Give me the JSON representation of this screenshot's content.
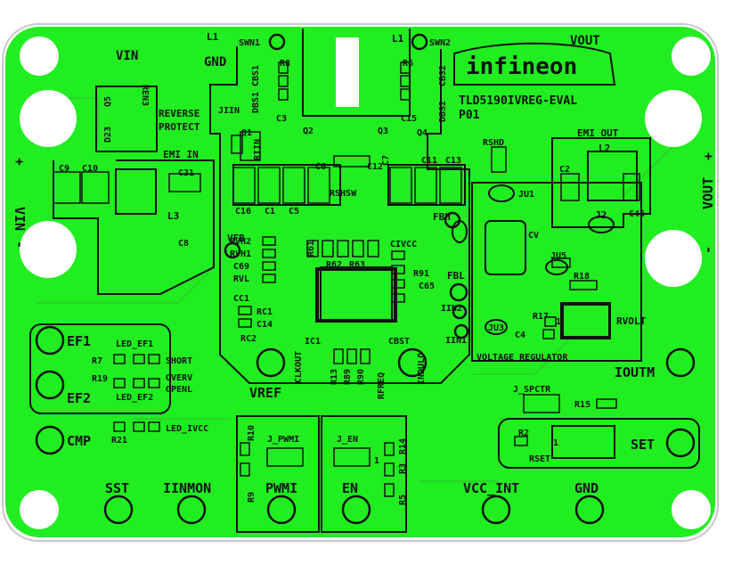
{
  "colors": {
    "board": "#20ee20",
    "silk": "#111111",
    "hole": "#ffffff",
    "trace": "#2ad42a",
    "outline": "#c8c8c8"
  },
  "logo": {
    "brand": "infineon",
    "board_name": "TLD5190IVREG-EVAL",
    "revision": "P01"
  },
  "corner_labels": {
    "vin_top": "VIN",
    "gnd_top": "GND",
    "vout_top": "VOUT",
    "vin_side": "VIN",
    "vout_side": "VOUT",
    "plus": "+",
    "minus": "-"
  },
  "sections": {
    "emi_in": "EMI IN",
    "emi_out": "EMI OUT",
    "voltage_regulator": "VOLTAGE REGULATOR",
    "reverse": "REVERSE",
    "protect": "PROTECT"
  },
  "testpoints": {
    "ef1": "EF1",
    "ef2": "EF2",
    "cmp": "CMP",
    "sst": "SST",
    "iinmon": "IINMON",
    "pwmi": "PWMI",
    "en": "EN",
    "vcc_int": "VCC_INT",
    "gnd": "GND",
    "vref": "VREF",
    "ioutm": "IOUTM",
    "set": "SET",
    "vfb": "VFB",
    "fbh": "FBH",
    "fbl": "FBL",
    "iin2": "IIN2",
    "iin1": "IIN1",
    "swn1": "SWN1",
    "swn2": "SWN2",
    "rvolt": "RVOLT",
    "cv": "CV",
    "ic1": "IC1",
    "clkout": "CLKOUT",
    "indulo": "INDULO",
    "rfreq": "RFREQ"
  },
  "labels": {
    "l1a": "L1",
    "l1b": "L1",
    "l2": "L2",
    "l3": "L3",
    "j2": "J2",
    "c1": "C1",
    "c2": "C2",
    "c3": "C3",
    "c4": "C4",
    "c5": "C5",
    "c6": "C6",
    "c7": "C7",
    "c8": "C8",
    "c9": "C9",
    "c10": "C10",
    "c11": "C11",
    "c12": "C12",
    "c13": "C13",
    "c14": "C14",
    "c15": "C15",
    "c16": "C16",
    "c21": "C21",
    "c46": "C46",
    "c69": "C69",
    "cc1": "CC1",
    "c65": "C65",
    "cbst": "CBST",
    "civcc": "CIVCC",
    "cbs1": "CBS1",
    "cbs2": "CBS2",
    "dbs1": "DBS1",
    "dbs2": "DBS2",
    "q1": "Q1",
    "q2": "Q2",
    "q3": "Q3",
    "q4": "Q4",
    "q5": "Q5",
    "d23": "D23",
    "r2": "R2",
    "r3": "R3",
    "r5": "R5",
    "r6": "R6",
    "r7": "R7",
    "r8": "R8",
    "r9": "R9",
    "r10": "R10",
    "r13": "R13",
    "r14": "R14",
    "r15": "R15",
    "r17": "R17",
    "r18": "R18",
    "r19": "R19",
    "r21": "R21",
    "r61": "R61",
    "r62": "R62",
    "r63": "R63",
    "r89": "R89",
    "r90": "R90",
    "r91": "R91",
    "rvh2": "RVH2",
    "rvh1": "RVH1",
    "rvl": "RVL",
    "rc1": "RC1",
    "rc2": "RC2",
    "ren3": "REN3",
    "rshsw": "RSHSW",
    "rshd": "RSHD",
    "riin": "RIIN",
    "rset": "RSET",
    "jiin": "JIIN",
    "ju1": "JU1",
    "ju3": "JU3",
    "ju5": "JU5",
    "j_spctr": "J_SPCTR",
    "j_pwmi": "J_PWMI",
    "j_en": "J_EN",
    "led_ef1": "LED_EF1",
    "led_ef2": "LED_EF2",
    "led_ivcc": "LED_IVCC",
    "short": "SHORT",
    "overv": "OVERV",
    "openl": "OPENL",
    "one_a": "1",
    "one_b": "1",
    "one_c": "1"
  }
}
